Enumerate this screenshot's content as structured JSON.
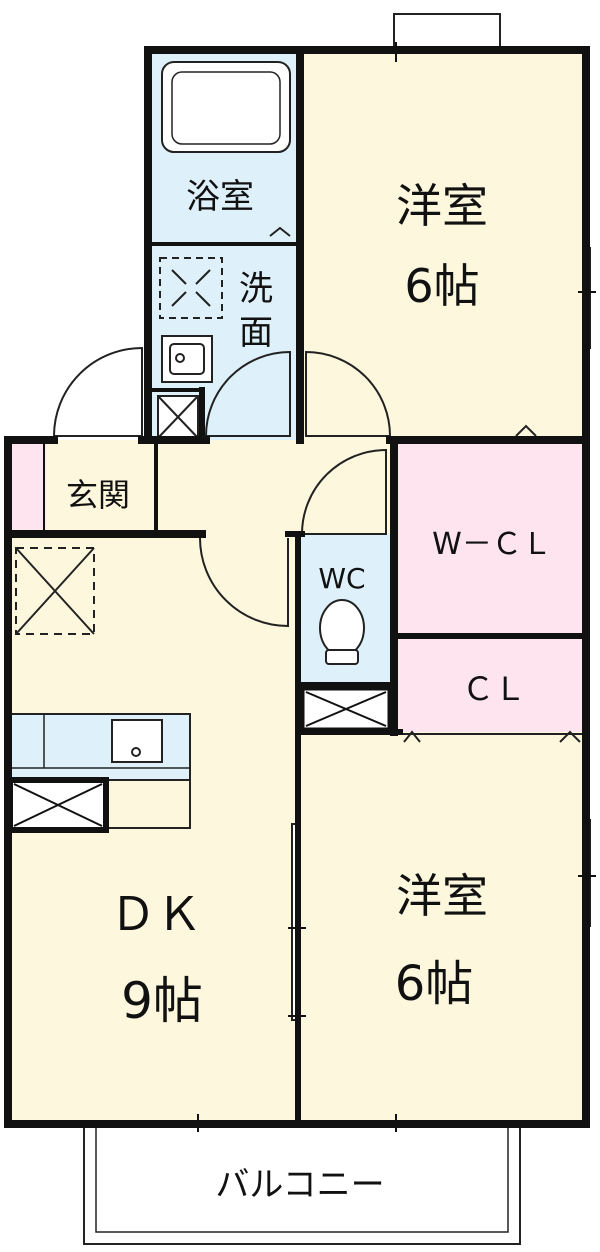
{
  "rooms": {
    "western_room_top": {
      "name": "洋室",
      "size": "6帖"
    },
    "western_room_bottom": {
      "name": "洋室",
      "size": "6帖"
    },
    "bathroom": {
      "name": "浴室"
    },
    "washroom": {
      "line1": "洗",
      "line2": "面"
    },
    "entrance": {
      "name": "玄関"
    },
    "walk_in_closet": {
      "name": "W－ＣＬ"
    },
    "closet": {
      "name": "ＣＬ"
    },
    "toilet": {
      "name": "WC"
    },
    "dining_kitchen": {
      "name": "ＤＫ",
      "size": "9帖"
    },
    "balcony": {
      "name": "バルコニー"
    }
  },
  "colors": {
    "wall": "#111111",
    "room_cream": "#fdf7dd",
    "wet_blue": "#def1fb",
    "closet_pink": "#fde4ee",
    "balcony": "#ffffff"
  }
}
